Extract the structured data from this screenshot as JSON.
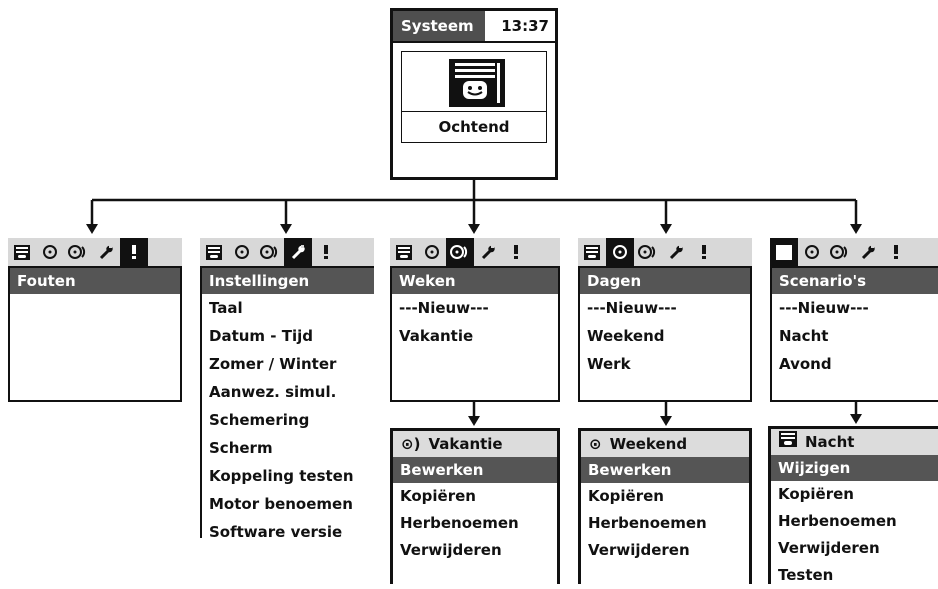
{
  "system": {
    "title": "Systeem",
    "time": "13:37",
    "mode": "Ochtend",
    "icon": "smiling-face-blind-icon"
  },
  "tab_icons": [
    "blind-icon",
    "clock-icon",
    "double-clock-icon",
    "wrench-icon",
    "exclamation-icon"
  ],
  "panels": [
    {
      "id": "fouten",
      "active_tab": 4,
      "header": "Fouten",
      "items": []
    },
    {
      "id": "instellingen",
      "active_tab": 3,
      "header": "Instellingen",
      "items": [
        "Taal",
        "Datum - Tijd",
        "Zomer / Winter",
        "Aanwez. simul.",
        "Schemering",
        "Scherm",
        "Koppeling testen",
        "Motor benoemen",
        "Software versie"
      ]
    },
    {
      "id": "weken",
      "active_tab": 2,
      "header": "Weken",
      "items": [
        "---Nieuw---",
        "Vakantie"
      ]
    },
    {
      "id": "dagen",
      "active_tab": 1,
      "header": "Dagen",
      "items": [
        "---Nieuw---",
        "Weekend",
        "Werk"
      ]
    },
    {
      "id": "scenarios",
      "active_tab": 0,
      "header": "Scenario's",
      "items": [
        "---Nieuw---",
        "Nacht",
        "Avond"
      ]
    }
  ],
  "submenus": [
    {
      "id": "vakantie",
      "title": "Vakantie",
      "icon": "double-clock-icon",
      "selected": "Bewerken",
      "items": [
        "Kopiëren",
        "Herbenoemen",
        "Verwijderen"
      ]
    },
    {
      "id": "weekend",
      "title": "Weekend",
      "icon": "clock-icon",
      "selected": "Bewerken",
      "items": [
        "Kopiëren",
        "Herbenoemen",
        "Verwijderen"
      ]
    },
    {
      "id": "nacht",
      "title": "Nacht",
      "icon": "blind-icon",
      "selected": "Wijzigen",
      "items": [
        "Kopiëren",
        "Herbenoemen",
        "Verwijderen",
        "Testen"
      ]
    }
  ]
}
